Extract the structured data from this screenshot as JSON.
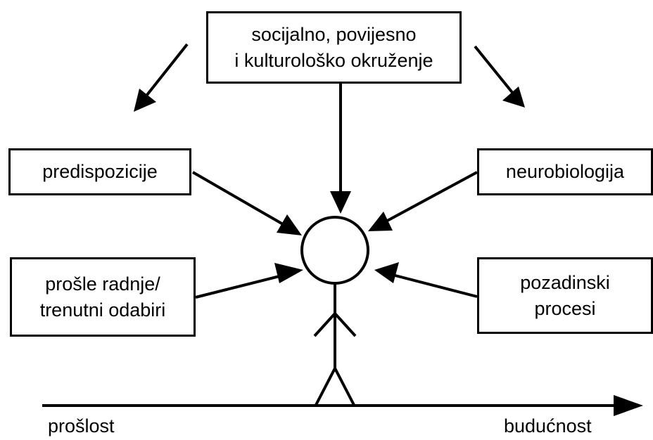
{
  "colors": {
    "stroke": "#000000",
    "background": "#ffffff"
  },
  "boxes": {
    "environment": {
      "line1": "socijalno, povijesno",
      "line2": "i kulturološko okruženje"
    },
    "predispositions": {
      "line1": "predispozicije"
    },
    "neurobiology": {
      "line1": "neurobiologija"
    },
    "past_actions": {
      "line1": "prošle radnje/",
      "line2": "trenutni odabiri"
    },
    "background_processes": {
      "line1": "pozadinski",
      "line2": "procesi"
    }
  },
  "timeline": {
    "past_label": "prošlost",
    "future_label": "budućnost"
  }
}
